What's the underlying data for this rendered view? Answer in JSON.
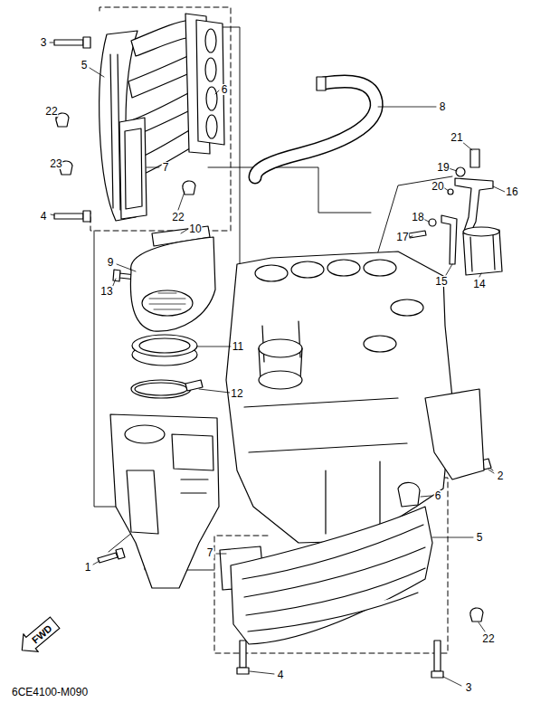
{
  "diagram": {
    "nodes": [
      {
        "text": [
          "FWD"
        ]
      }
    ],
    "labels": [
      "3",
      "5",
      "6",
      "22",
      "23",
      "7",
      "4",
      "22",
      "8",
      "21",
      "19",
      "20",
      "16",
      "18",
      "17",
      "10",
      "9",
      "13",
      "15",
      "14",
      "11",
      "12",
      "2",
      "6",
      "1",
      "5",
      "7",
      "22",
      "4",
      "3",
      "6CE4100-M090"
    ]
  }
}
